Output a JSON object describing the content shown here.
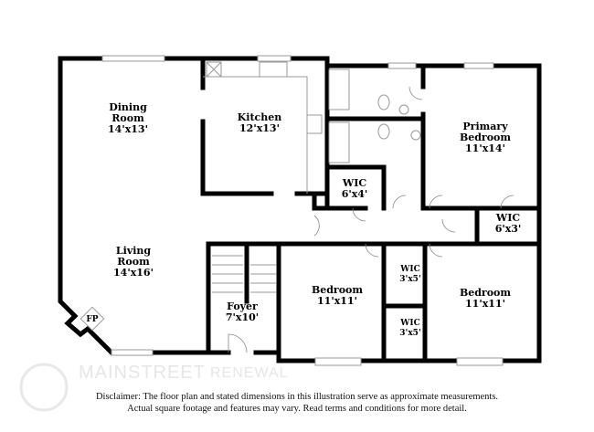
{
  "rooms": {
    "dining": {
      "name_1": "Dining",
      "name_2": "Room",
      "size": "14'x13'"
    },
    "kitchen": {
      "name": "Kitchen",
      "size": "12'x13'"
    },
    "living": {
      "name_1": "Living",
      "name_2": "Room",
      "size": "14'x16'"
    },
    "foyer": {
      "name": "Foyer",
      "size": "7'x10'"
    },
    "fireplace": {
      "name": "FP"
    },
    "wic1": {
      "name": "WIC",
      "size": "6'x4'"
    },
    "primary": {
      "name_1": "Primary",
      "name_2": "Bedroom",
      "size": "11'x14'"
    },
    "wic2": {
      "name": "WIC",
      "size": "6'x3'"
    },
    "bedroom1": {
      "name": "Bedroom",
      "size": "11'x11'"
    },
    "wic3": {
      "name": "WIC",
      "size": "3'x5'"
    },
    "wic4": {
      "name": "WIC",
      "size": "3'x5'"
    },
    "bedroom2": {
      "name": "Bedroom",
      "size": "11'x11'"
    }
  },
  "watermark": {
    "line1": "MAINSTREET",
    "line2": "RENEWAL"
  },
  "disclaimer": {
    "line1": "Disclaimer: The floor plan and stated dimensions in this illustration serve as approximate measurements.",
    "line2": "Actual square footage and features may vary. Read terms and conditions for more detail."
  }
}
